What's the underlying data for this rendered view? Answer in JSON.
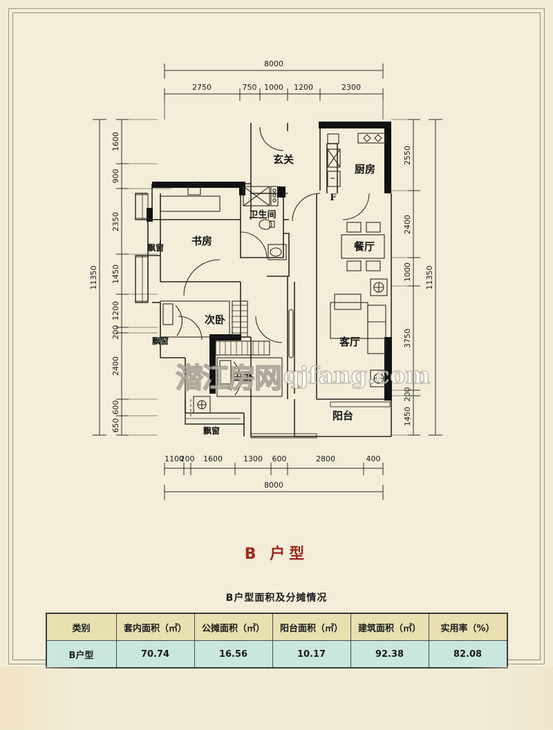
{
  "plan": {
    "caption": "B 户型",
    "watermark_cn": "潜江房网",
    "watermark_en": "qjfang.com",
    "rooms": [
      {
        "key": "entrance",
        "label": "玄关"
      },
      {
        "key": "kitchen",
        "label": "厨房"
      },
      {
        "key": "bathroom",
        "label": "卫生间"
      },
      {
        "key": "study",
        "label": "书房"
      },
      {
        "key": "dining",
        "label": "餐厅"
      },
      {
        "key": "second_bedroom",
        "label": "次卧"
      },
      {
        "key": "living",
        "label": "客厅"
      },
      {
        "key": "master_bedroom",
        "label": "主卧"
      },
      {
        "key": "balcony",
        "label": "阳台"
      },
      {
        "key": "bay_window_study",
        "label": "飘窗"
      },
      {
        "key": "bay_window_second",
        "label": "飘窗"
      },
      {
        "key": "bay_window_master",
        "label": "飘窗"
      }
    ],
    "fixture_labels": [
      {
        "key": "fridge",
        "label": "F"
      }
    ],
    "dimensions": {
      "top_overall": "8000",
      "top_segments": [
        "2750",
        "750",
        "1000",
        "1200",
        "2300"
      ],
      "bottom_overall": "8000",
      "bottom_segments": [
        "1100",
        "200",
        "1600",
        "1300",
        "600",
        "2800",
        "400"
      ],
      "left_overall": "11350",
      "left_segments": [
        "1600",
        "900",
        "2350",
        "1450",
        "1200",
        "200",
        "2400",
        "600",
        "650"
      ],
      "right_overall": "11350",
      "right_segments": [
        "2550",
        "2400",
        "1000",
        "3750",
        "200",
        "1450"
      ]
    }
  },
  "table": {
    "title": "B户型面积及分摊情况",
    "headers": [
      "类别",
      "套内面积（㎡）",
      "公摊面积（㎡）",
      "阳台面积（㎡）",
      "建筑面积（㎡）",
      "实用率（%）"
    ],
    "rows": [
      [
        "B户型",
        "70.74",
        "16.56",
        "10.17",
        "92.38",
        "82.08"
      ]
    ]
  },
  "colors": {
    "page_bg": "#f2ecd8",
    "caption_red": "#a0261d",
    "table_header_bg": "#e9e0b2",
    "table_row_bg": "#c9e7dd",
    "wall_black": "#111111",
    "gold_band": "#e0ad58"
  }
}
